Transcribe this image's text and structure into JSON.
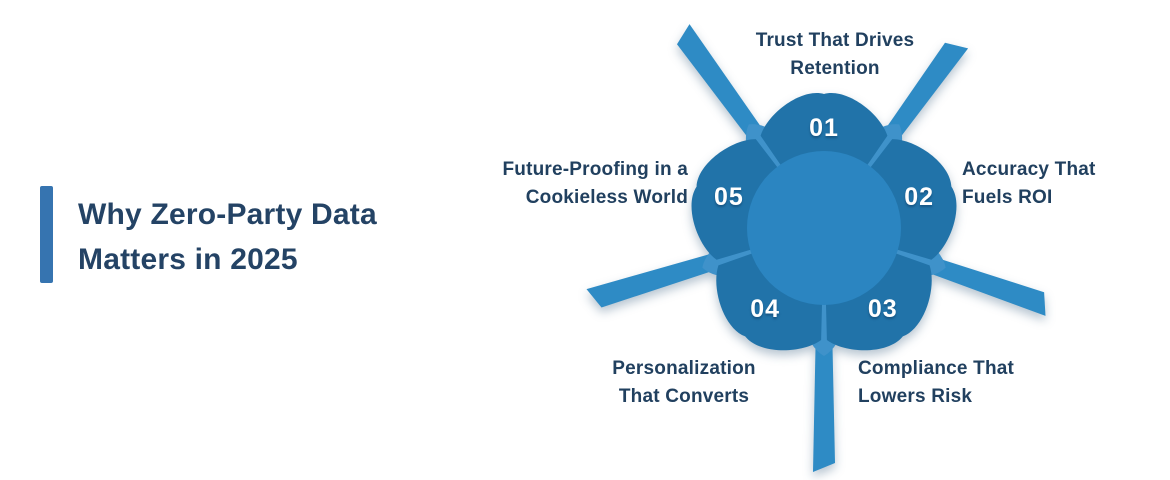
{
  "title": {
    "lines": [
      "Why Zero-Party Data",
      "Matters in 2025"
    ]
  },
  "colors": {
    "background": "#ffffff",
    "accent_bar": "#3674b0",
    "title_text": "#244365",
    "label_text": "#21405f",
    "ring_petal": "#2173a9",
    "hub_circle": "#2b85c1",
    "ray": "#2e8bc5",
    "under_petal": "#3f92ca",
    "number_text": "#ffffff"
  },
  "diagram": {
    "type": "radial-flower-5-step",
    "items": [
      {
        "num": "01",
        "label_lines": [
          "Trust That Drives",
          "Retention"
        ]
      },
      {
        "num": "02",
        "label_lines": [
          "Accuracy That",
          "Fuels ROI"
        ]
      },
      {
        "num": "03",
        "label_lines": [
          "Compliance That",
          "Lowers Risk"
        ]
      },
      {
        "num": "04",
        "label_lines": [
          "Personalization",
          "That Converts"
        ]
      },
      {
        "num": "05",
        "label_lines": [
          "Future-Proofing in a",
          "Cookieless World"
        ]
      }
    ]
  }
}
